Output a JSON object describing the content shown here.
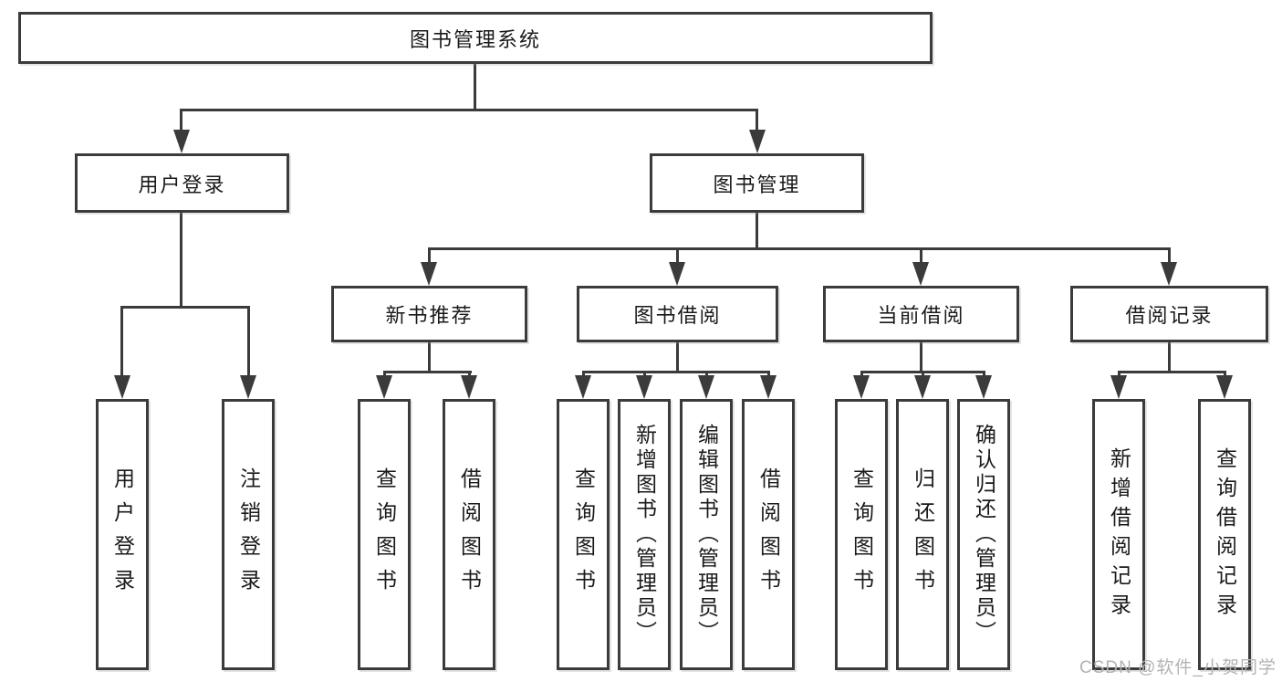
{
  "diagram_type": "hierarchy-tree",
  "tree": {
    "label": "图书管理系统",
    "children": [
      {
        "label": "用户登录",
        "children": [
          {
            "label": "用户登录"
          },
          {
            "label": "注销登录"
          }
        ]
      },
      {
        "label": "图书管理",
        "children": [
          {
            "label": "新书推荐",
            "children": [
              {
                "label": "查询图书"
              },
              {
                "label": "借阅图书"
              }
            ]
          },
          {
            "label": "图书借阅",
            "children": [
              {
                "label": "查询图书"
              },
              {
                "label": "新增图书（管理员）"
              },
              {
                "label": "编辑图书（管理员）"
              },
              {
                "label": "借阅图书"
              }
            ]
          },
          {
            "label": "当前借阅",
            "children": [
              {
                "label": "查询图书"
              },
              {
                "label": "归还图书"
              },
              {
                "label": "确认归还（管理员）"
              }
            ]
          },
          {
            "label": "借阅记录",
            "children": [
              {
                "label": "新增借阅记录"
              },
              {
                "label": "查询借阅记录"
              }
            ]
          }
        ]
      }
    ]
  },
  "watermark": {
    "text": "CSDN @软件_小贺同学"
  },
  "colors": {
    "background": "#ffffff",
    "box_border": "#3b3b3b",
    "connector_line": "#3b3b3b",
    "text": "#1a1a1a",
    "watermark_text": "#b3b3b3"
  }
}
